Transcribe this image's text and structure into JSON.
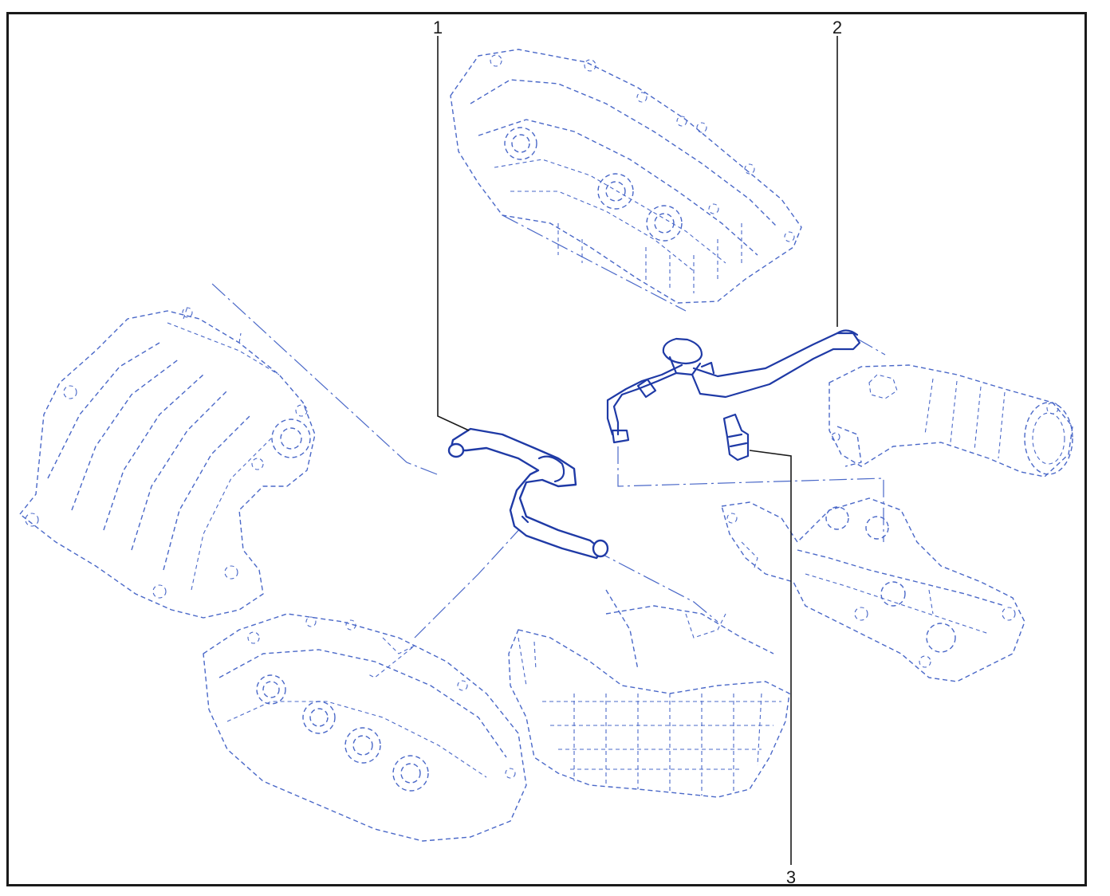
{
  "callouts": {
    "c1": "1",
    "c2": "2",
    "c3": "3"
  },
  "colors": {
    "ghost": "#4a68c8",
    "part": "#1f3aa6",
    "frame": "#1a1a1a"
  }
}
